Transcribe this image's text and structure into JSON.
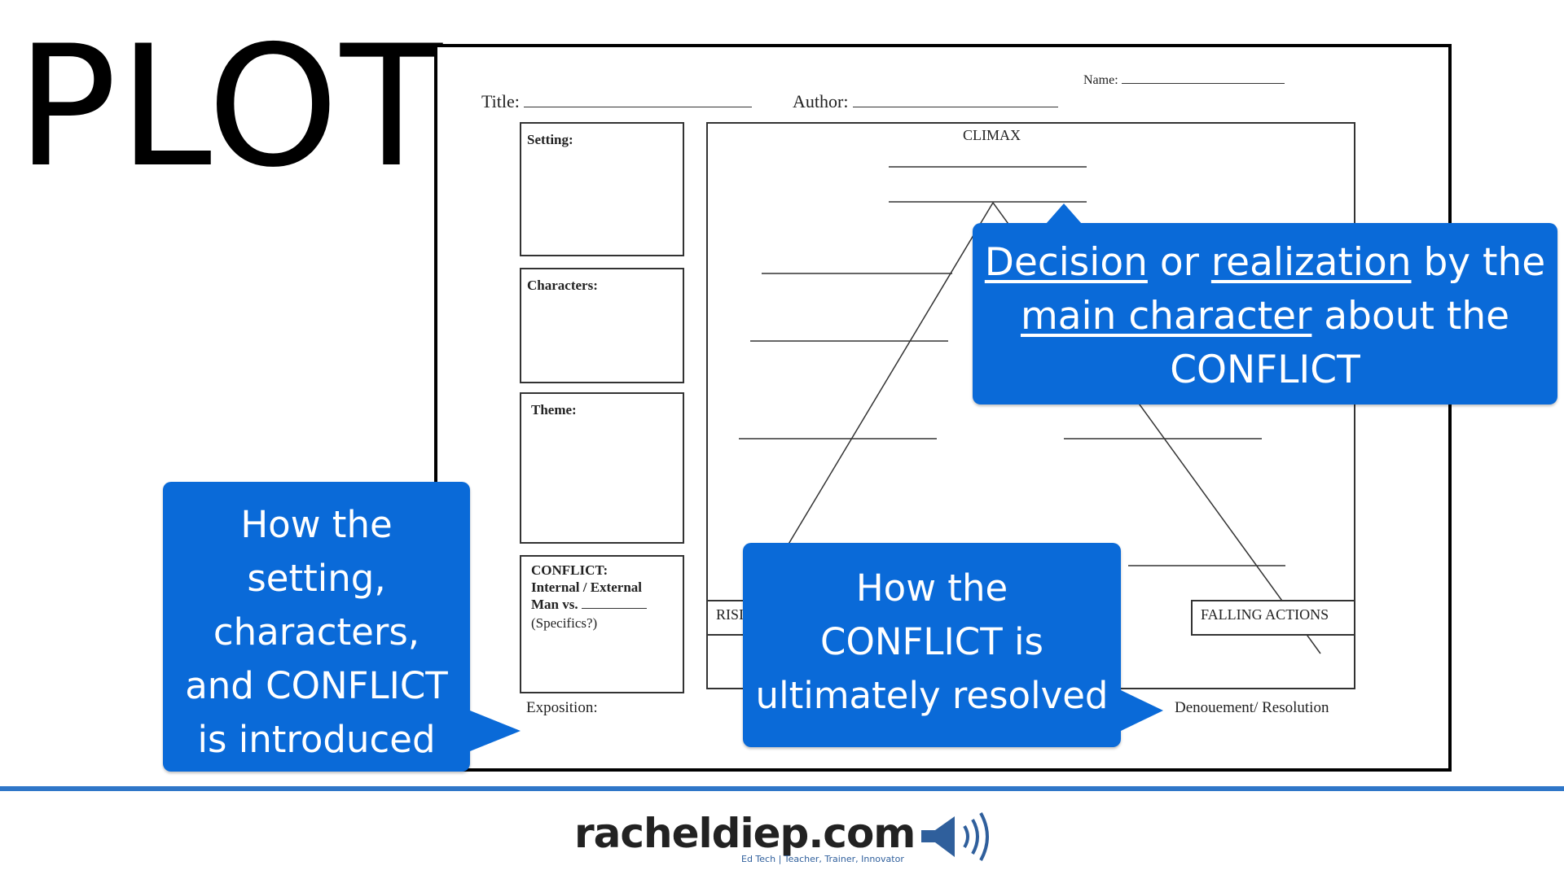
{
  "slide": {
    "title": "PLOT"
  },
  "worksheet": {
    "name_label": "Name:",
    "title_label": "Title:",
    "author_label": "Author:",
    "fields": {
      "setting": "Setting:",
      "characters": "Characters:",
      "theme": "Theme:",
      "conflict": [
        "CONFLICT:",
        "Internal / External",
        "Man vs."
      ],
      "conflict_hint": "(Specifics?)"
    },
    "climax_label": "CLIMAX",
    "rising_label": "RISI",
    "falling_label": "FALLING ACTIONS",
    "exposition_label": "Exposition:",
    "resolution_label": "Denouement/ Resolution"
  },
  "callouts": {
    "climax": {
      "w1": "Decision",
      "w2": " or ",
      "w3": "realization",
      "w4": " by the",
      "w5": "main character",
      "w6": " about the",
      "w7": "CONFLICT"
    },
    "exposition": [
      "How the",
      "setting,",
      "characters,",
      "and CONFLICT",
      "is introduced"
    ],
    "resolution": [
      "How the",
      "CONFLICT is",
      "ultimately resolved"
    ]
  },
  "colors": {
    "callout": "#0a6ad8",
    "footer_line": "#2f76c8"
  },
  "footer": {
    "logo_text": "racheldiep.com",
    "tagline": "Ed Tech | Teacher, Trainer, Innovator",
    "icon": "speaker-icon"
  }
}
